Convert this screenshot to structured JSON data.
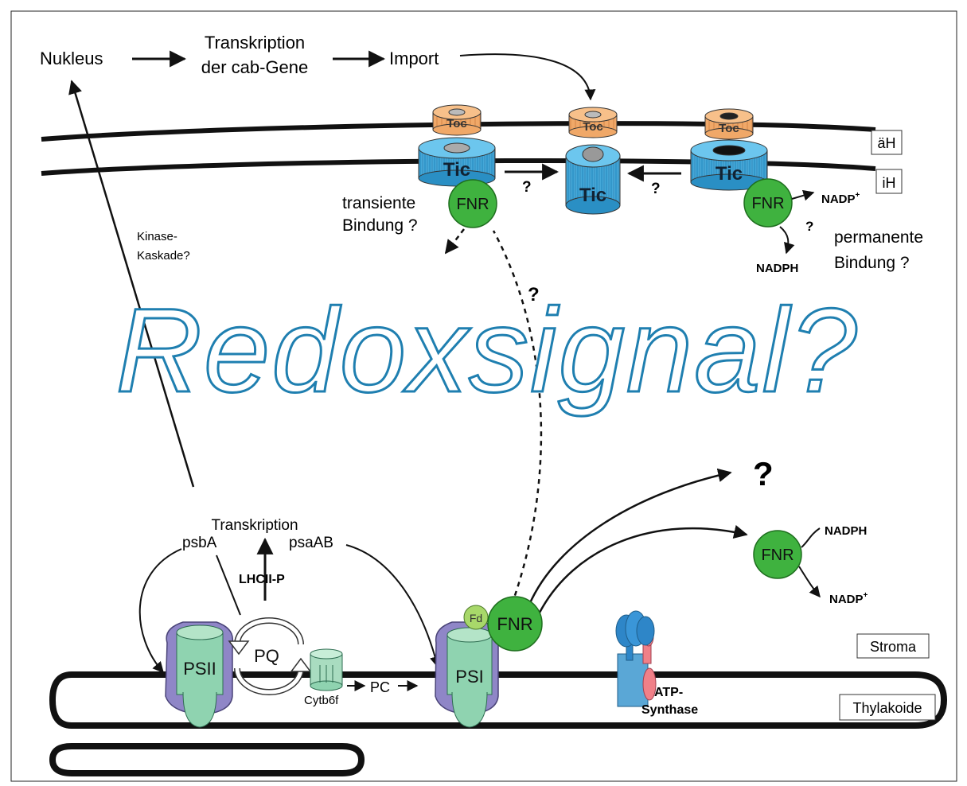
{
  "top_flow": {
    "nucleus": "Nukleus",
    "transcription_line1": "Transkription",
    "transcription_line2": "der cab-Gene",
    "import": "Import"
  },
  "membrane_labels": {
    "outer": "äH",
    "inner": "iH",
    "stroma": "Stroma",
    "thylakoid": "Thylakoide"
  },
  "complexes": {
    "toc": "Toc",
    "tic": "Tic",
    "fnr": "FNR",
    "fd": "Fd",
    "psii": "PSII",
    "psi": "PSI",
    "pq": "PQ",
    "cytb6f": "Cytb6f",
    "pc": "PC",
    "atp_line1": "ATP-",
    "atp_line2": "Synthase"
  },
  "annotations": {
    "q": "?",
    "transient_line1": "transiente",
    "transient_line2": "Bindung ?",
    "permanent_line1": "permanente",
    "permanent_line2": "Bindung ?",
    "nadp": "NADP",
    "nadp_sup": "+",
    "nadph": "NADPH",
    "kinase_line1": "Kinase-",
    "kinase_line2": "Kaskade?",
    "redox": "Redoxsignal?",
    "psba": "psbA",
    "psaab": "psaAB",
    "transcription": "Transkription",
    "lhcii": "LHCII-P"
  },
  "colors": {
    "toc": "#f0a868",
    "tic": "#3aa7dc",
    "fnr": "#3fb23f",
    "fd": "#a8d86a",
    "ps_purple": "#8f86c7",
    "ps_green": "#8fd3b0",
    "redox_outline": "#1f7fb0",
    "atp_blue": "#2e86c8",
    "atp_pink": "#f08088"
  }
}
